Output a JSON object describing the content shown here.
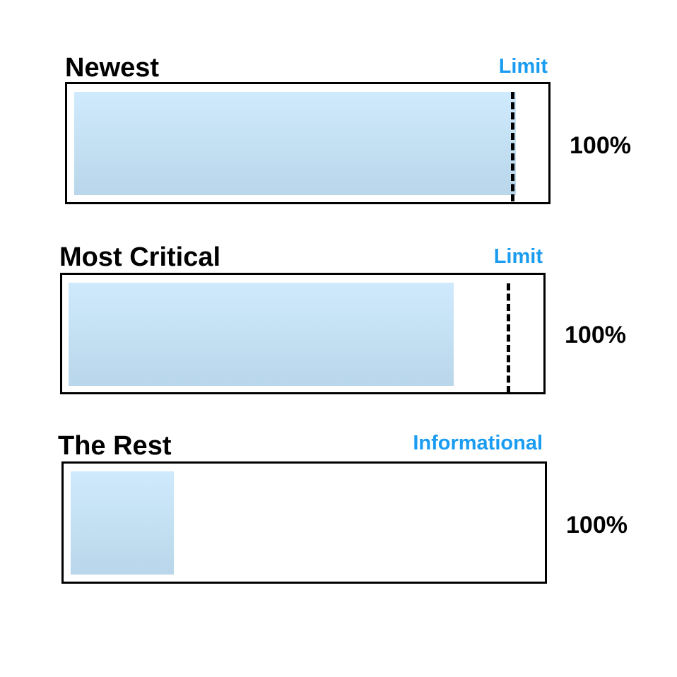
{
  "accent_color": "#1a9cf0",
  "bars": [
    {
      "title": "Newest",
      "tag": "Limit",
      "percent_label": "100%",
      "fill_fraction": 0.94,
      "has_limit_line": true
    },
    {
      "title": "Most Critical",
      "tag": "Limit",
      "percent_label": "100%",
      "fill_fraction": 0.82,
      "has_limit_line": true
    },
    {
      "title": "The Rest",
      "tag": "Informational",
      "percent_label": "100%",
      "fill_fraction": 0.22,
      "has_limit_line": false
    }
  ]
}
